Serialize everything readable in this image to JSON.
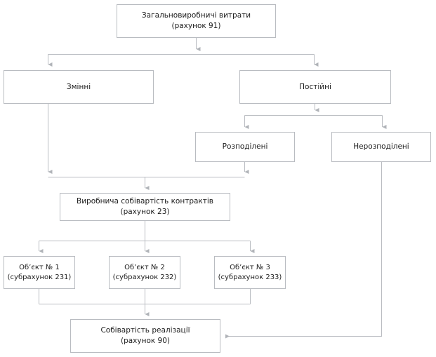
{
  "diagram": {
    "title_text": "",
    "colors": {
      "box_border": "#b9bcc1",
      "connector": "#b9bcc1",
      "text": "#1b1b1b",
      "background": "#ffffff"
    },
    "nodes": {
      "overhead": {
        "line1": "Загальновиробничі витрати",
        "line2": "(рахунок 91)"
      },
      "variable": {
        "line1": "Змінні",
        "line2": ""
      },
      "fixed": {
        "line1": "Постійні",
        "line2": ""
      },
      "allocated": {
        "line1": "Розподілені",
        "line2": ""
      },
      "unallocated": {
        "line1": "Нерозподілені",
        "line2": ""
      },
      "production_cost": {
        "line1": "Виробнича собівартість контрактів",
        "line2": "(рахунок 23)"
      },
      "object1": {
        "line1": "Об’єкт № 1",
        "line2": "(субрахунок 231)"
      },
      "object2": {
        "line1": "Об’єкт № 2",
        "line2": "(субрахунок 232)"
      },
      "object3": {
        "line1": "Об’єкт № 3",
        "line2": "(субрахунок 233)"
      },
      "cost_of_sales": {
        "line1": "Собівартість реалізації",
        "line2": "(рахунок 90)"
      }
    }
  }
}
